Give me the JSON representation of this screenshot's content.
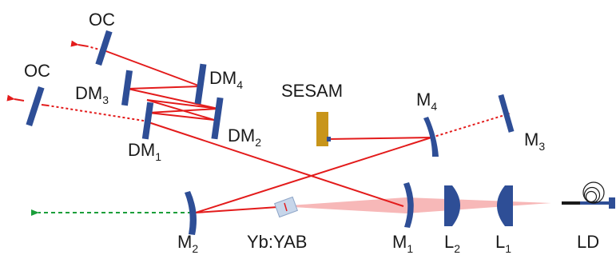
{
  "labels": {
    "oc_top": "OC",
    "oc_left": "OC",
    "dm4": "DM",
    "dm4_sub": "4",
    "dm3": "DM",
    "dm3_sub": "3",
    "dm2": "DM",
    "dm2_sub": "2",
    "dm1": "DM",
    "dm1_sub": "1",
    "sesam": "SESAM",
    "m4": "M",
    "m4_sub": "4",
    "m3": "M",
    "m3_sub": "3",
    "m2": "M",
    "m2_sub": "2",
    "m1": "M",
    "m1_sub": "1",
    "crystal": "Yb:YAB",
    "l2": "L",
    "l2_sub": "2",
    "l1": "L",
    "l1_sub": "1",
    "ld": "LD"
  },
  "colors": {
    "mirror": "#2e4e96",
    "beam": "#e31b1b",
    "pump": "#f4a0a0",
    "output_green": "#1a9e3a",
    "sesam": "#c8951a",
    "fiber": "#1a1a1a"
  }
}
